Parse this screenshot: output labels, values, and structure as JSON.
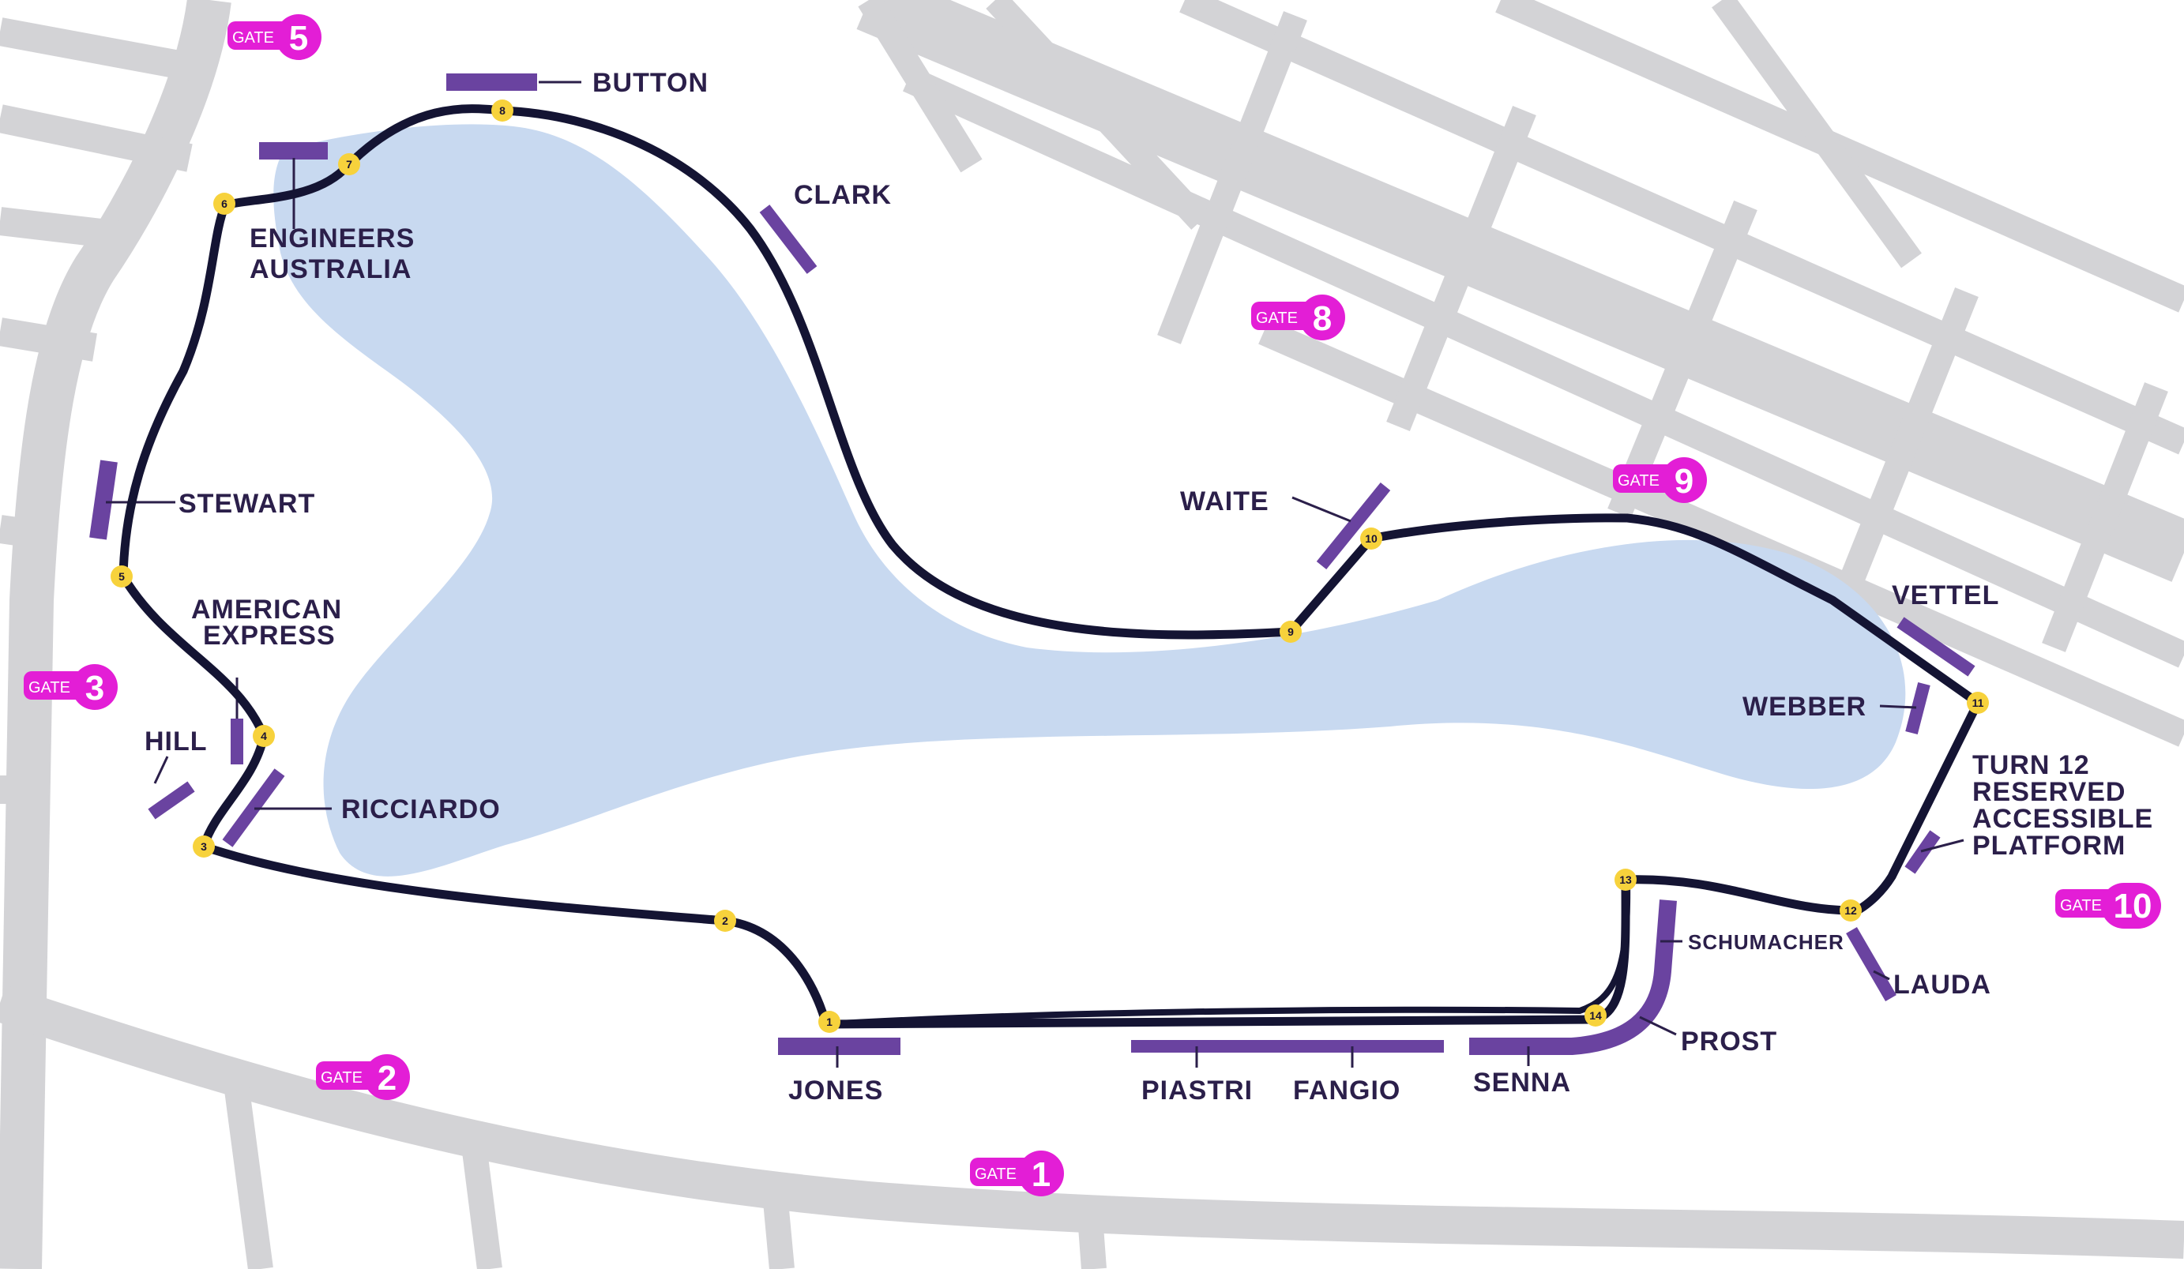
{
  "colors": {
    "road": "#d3d3d6",
    "lake": "#c8d9f0",
    "track": "#141433",
    "grandstand": "#6a43a0",
    "gate": "#e31ed6",
    "turn_marker": "#f7d23c",
    "label": "#2b1f4a"
  },
  "gates": [
    {
      "id": "gate-5",
      "word": "GATE",
      "num": "5"
    },
    {
      "id": "gate-3",
      "word": "GATE",
      "num": "3"
    },
    {
      "id": "gate-2",
      "word": "GATE",
      "num": "2"
    },
    {
      "id": "gate-1",
      "word": "GATE",
      "num": "1"
    },
    {
      "id": "gate-8",
      "word": "GATE",
      "num": "8"
    },
    {
      "id": "gate-9",
      "word": "GATE",
      "num": "9"
    },
    {
      "id": "gate-10",
      "word": "GATE",
      "num": "10"
    }
  ],
  "turns": [
    "1",
    "2",
    "3",
    "4",
    "5",
    "6",
    "7",
    "8",
    "9",
    "10",
    "11",
    "12",
    "13",
    "14"
  ],
  "grandstands": {
    "button": "BUTTON",
    "clark": "CLARK",
    "engineers_1": "ENGINEERS",
    "engineers_2": "AUSTRALIA",
    "stewart": "STEWART",
    "amex_1": "AMERICAN",
    "amex_2": "EXPRESS",
    "hill": "HILL",
    "ricciardo": "RICCIARDO",
    "waite": "WAITE",
    "vettel": "VETTEL",
    "webber": "WEBBER",
    "turn12_1": "TURN 12",
    "turn12_2": "RESERVED",
    "turn12_3": "ACCESSIBLE",
    "turn12_4": "PLATFORM",
    "schumacher": "SCHUMACHER",
    "lauda": "LAUDA",
    "prost": "PROST",
    "senna": "SENNA",
    "jones": "JONES",
    "piastri": "PIASTRI",
    "fangio": "FANGIO"
  }
}
